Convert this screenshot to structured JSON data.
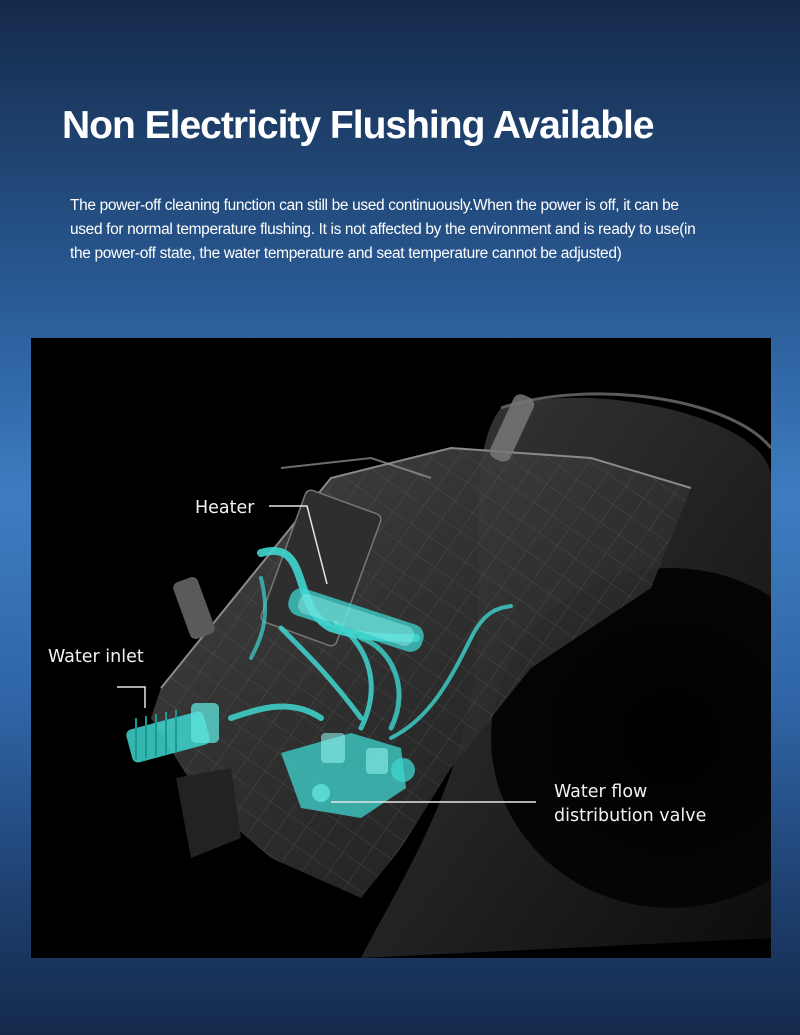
{
  "headline": "Non Electricity Flushing Available",
  "description": "The power-off cleaning function can still be used continuously.When the power is off, it can be used for normal temperature flushing. It is not affected by the environment and is ready to use(in the power-off state, the water temperature and seat temperature cannot be adjusted)",
  "callouts": {
    "heater": "Heater",
    "water_inlet": "Water inlet",
    "valve_line1": "Water flow",
    "valve_line2": "distribution valve"
  },
  "colors": {
    "accent_cyan": "#3fd6d0",
    "panel_background": "#000000"
  }
}
